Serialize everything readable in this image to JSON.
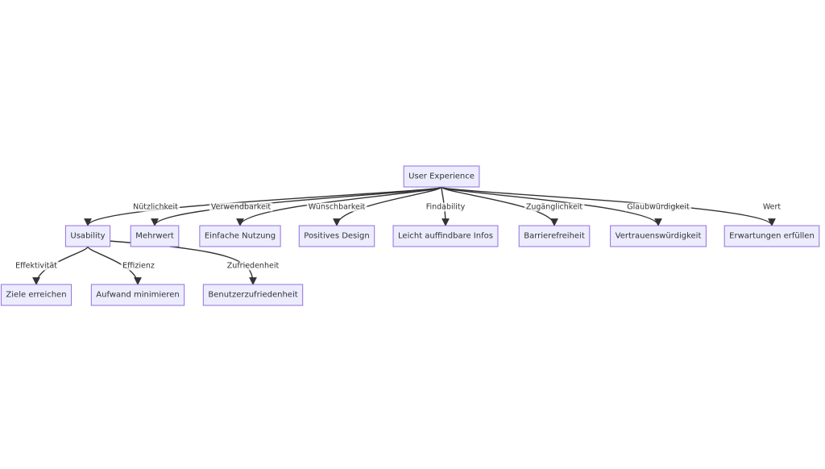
{
  "colors": {
    "node_fill": "#ECECFF",
    "node_stroke": "#9370DB",
    "edge": "#333333",
    "text": "#333333",
    "background": "#FFFFFF"
  },
  "nodes": [
    {
      "id": "ux",
      "label": "User Experience"
    },
    {
      "id": "usability",
      "label": "Usability"
    },
    {
      "id": "mehrwert",
      "label": "Mehrwert"
    },
    {
      "id": "nutzung",
      "label": "Einfache Nutzung"
    },
    {
      "id": "design",
      "label": "Positives Design"
    },
    {
      "id": "infos",
      "label": "Leicht auffindbare Infos"
    },
    {
      "id": "barriere",
      "label": "Barrierefreiheit"
    },
    {
      "id": "vertrauen",
      "label": "Vertrauenswürdigkeit"
    },
    {
      "id": "erwartung",
      "label": "Erwartungen erfüllen"
    },
    {
      "id": "ziele",
      "label": "Ziele erreichen"
    },
    {
      "id": "aufwand",
      "label": "Aufwand minimieren"
    },
    {
      "id": "zufrieden",
      "label": "Benutzerzufriedenheit"
    }
  ],
  "edges": [
    {
      "from": "ux",
      "to": "usability",
      "label": ""
    },
    {
      "from": "ux",
      "to": "mehrwert",
      "label": "Nützlichkeit"
    },
    {
      "from": "ux",
      "to": "nutzung",
      "label": "Verwendbarkeit"
    },
    {
      "from": "ux",
      "to": "design",
      "label": "Wünschbarkeit"
    },
    {
      "from": "ux",
      "to": "infos",
      "label": "Findability"
    },
    {
      "from": "ux",
      "to": "barriere",
      "label": "Zugänglichkeit"
    },
    {
      "from": "ux",
      "to": "vertrauen",
      "label": "Glaubwürdigkeit"
    },
    {
      "from": "ux",
      "to": "erwartung",
      "label": "Wert"
    },
    {
      "from": "usability",
      "to": "ziele",
      "label": "Effektivität"
    },
    {
      "from": "usability",
      "to": "aufwand",
      "label": "Effizienz"
    },
    {
      "from": "usability",
      "to": "zufrieden",
      "label": "Zufriedenheit"
    }
  ]
}
